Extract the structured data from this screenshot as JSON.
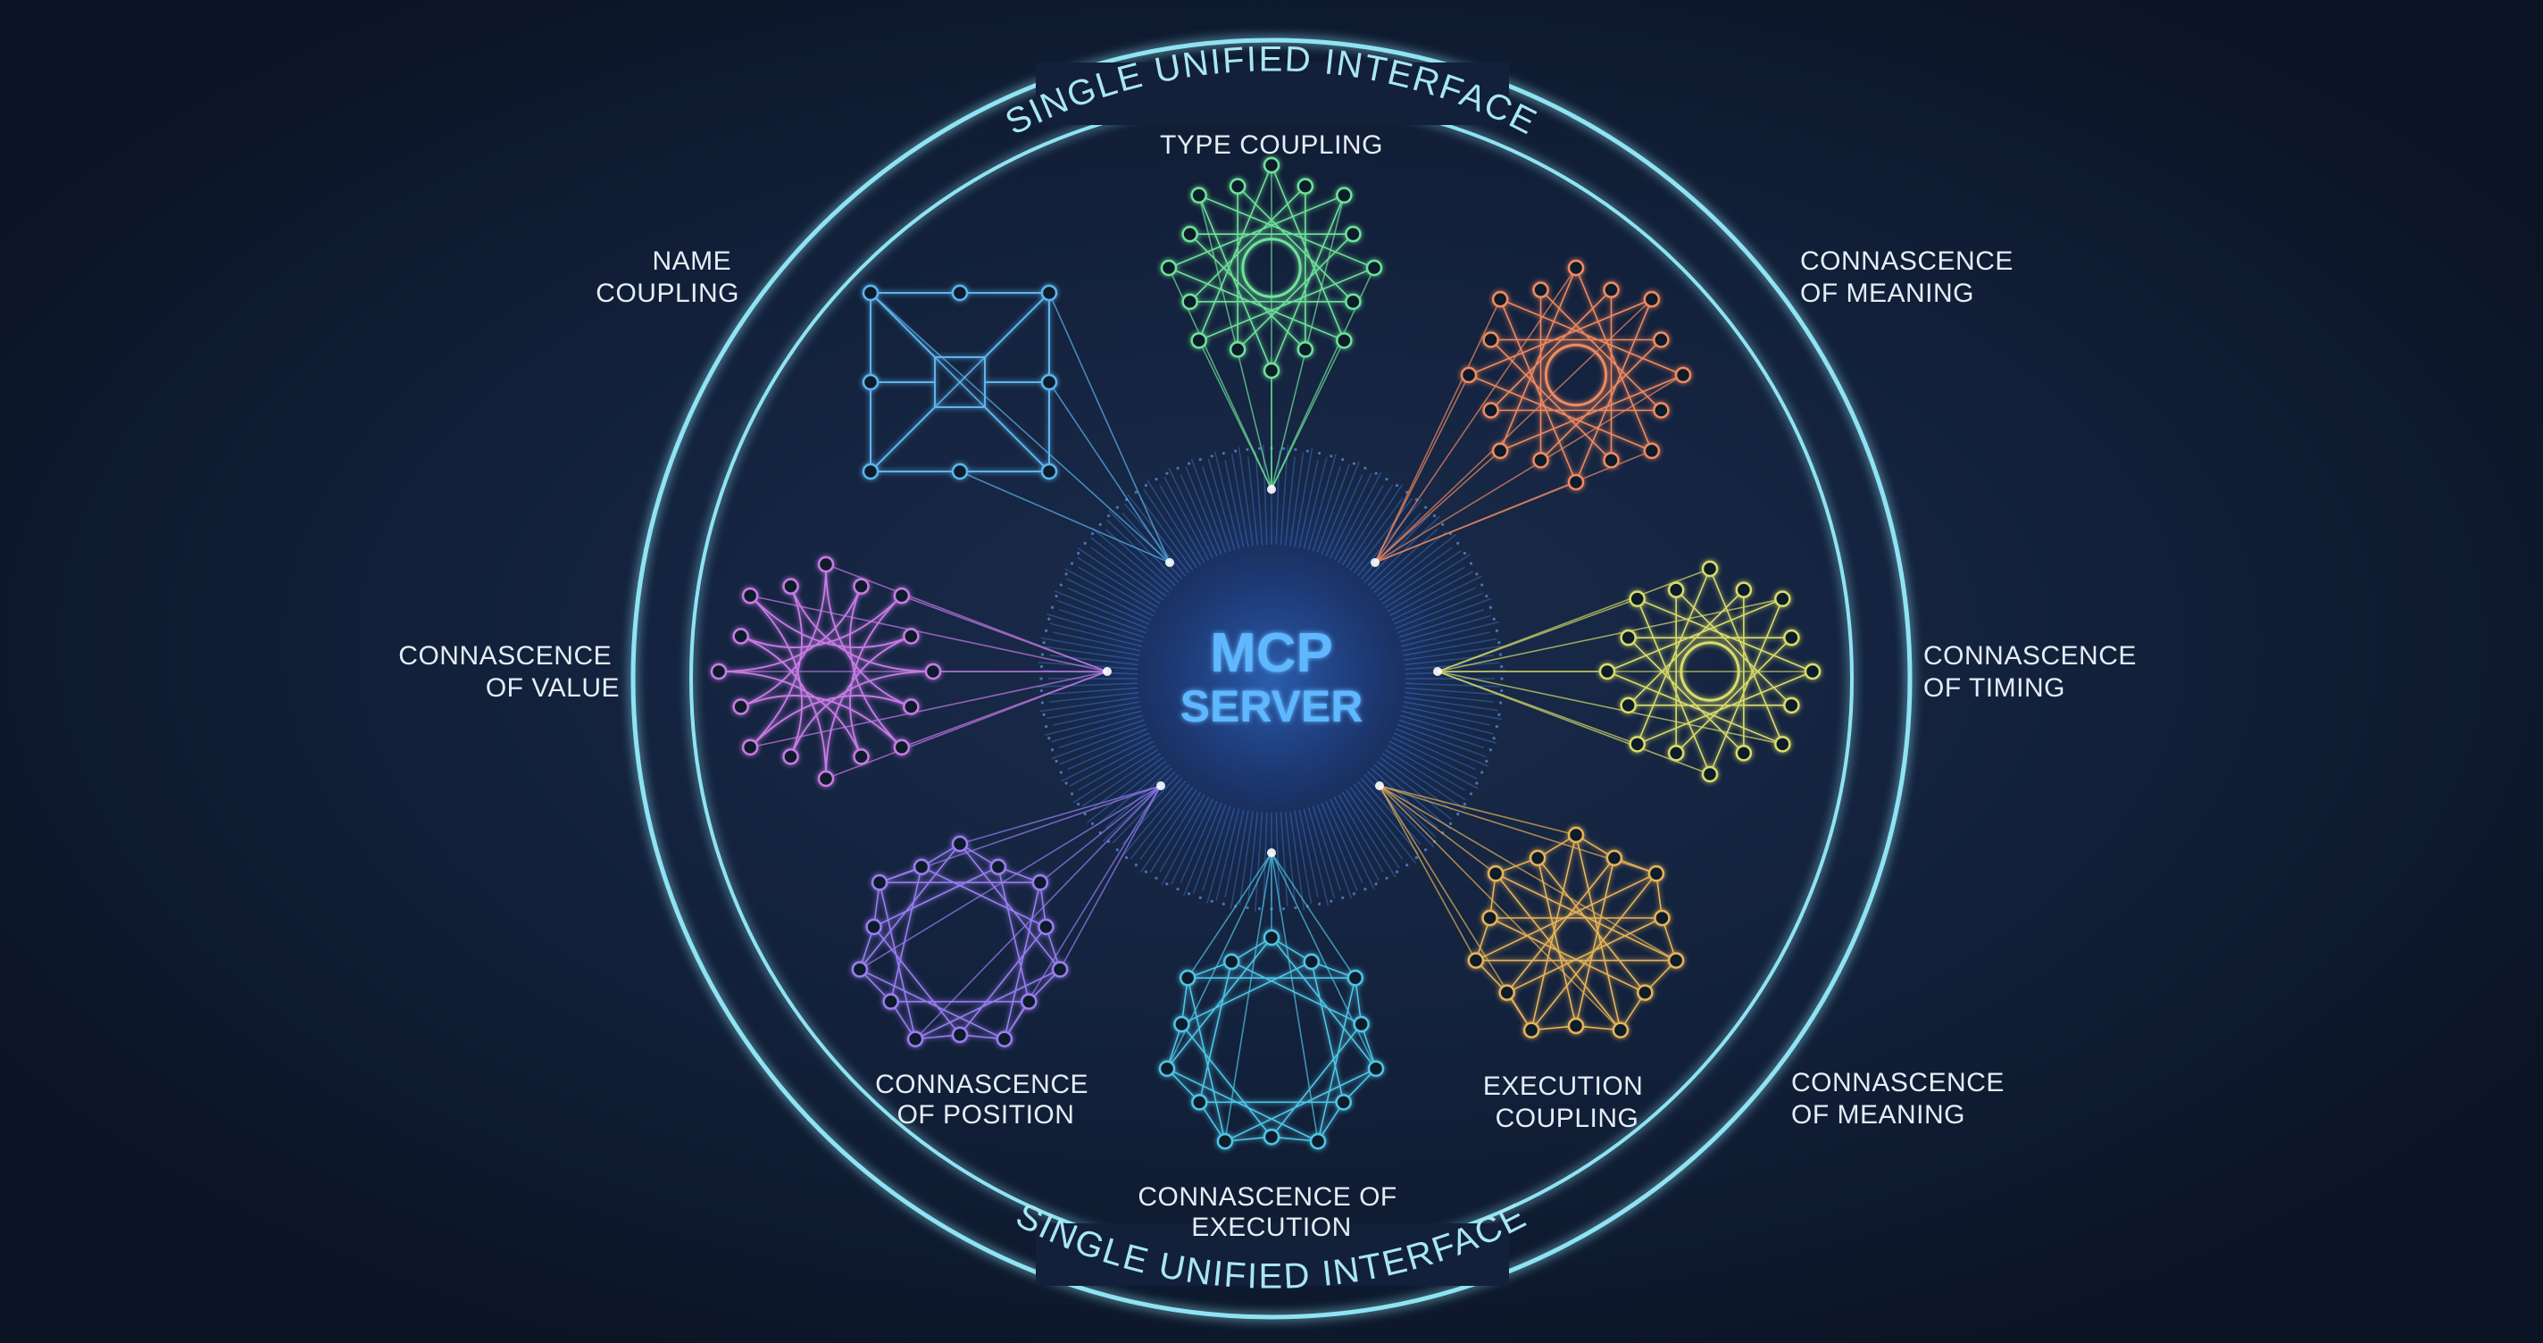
{
  "hub": {
    "line1": "MCP",
    "line2": "SERVER"
  },
  "ring": {
    "top_label": "SINGLE UNIFIED INTERFACE",
    "bottom_label": "SINGLE UNIFIED INTERFACE"
  },
  "nodes": [
    {
      "key": "type",
      "lines": [
        "TYPE COUPLING"
      ],
      "color": "#6ee39a",
      "icon": "radial-network-icon"
    },
    {
      "key": "meaning-top",
      "lines": [
        "CONNASCENCE",
        "OF MEANING"
      ],
      "color": "#f08a62",
      "icon": "star-network-icon"
    },
    {
      "key": "timing",
      "lines": [
        "CONNASCENCE",
        "OF TIMING"
      ],
      "color": "#d9dd6a",
      "icon": "star-network-icon"
    },
    {
      "key": "execution-coupling",
      "lines": [
        "EXECUTION",
        "COUPLING"
      ],
      "color": "#e7b45a",
      "icon": "tangled-network-icon"
    },
    {
      "key": "meaning-bottom",
      "lines": [
        "CONNASCENCE",
        "OF MEANING"
      ],
      "color": "#e7b45a",
      "icon": ""
    },
    {
      "key": "execution",
      "lines": [
        "CONNASCENCE OF",
        "EXECUTION"
      ],
      "color": "#4fc6e6",
      "icon": "mesh-network-icon"
    },
    {
      "key": "position",
      "lines": [
        "CONNASCENCE",
        "OF POSITION"
      ],
      "color": "#9a7ef2",
      "icon": "mesh-network-icon"
    },
    {
      "key": "value",
      "lines": [
        "CONNASCENCE",
        "OF VALUE"
      ],
      "color": "#c87be6",
      "icon": "swirl-network-icon"
    },
    {
      "key": "name",
      "lines": [
        "NAME",
        "COUPLING"
      ],
      "color": "#5db5ee",
      "icon": "grid-network-icon"
    }
  ],
  "colors": {
    "background": "#0e1a2c",
    "ring": "#8fe3f2",
    "hub_glow": "#2f6fe0",
    "hub_text": "#5fb8ff"
  }
}
